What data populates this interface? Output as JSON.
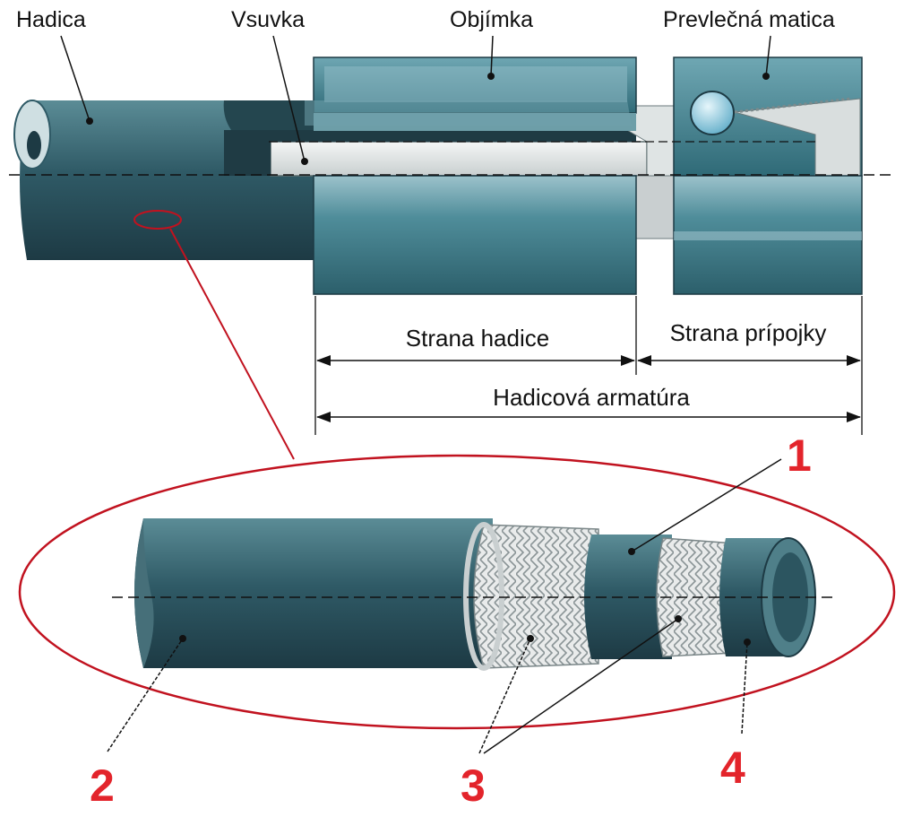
{
  "labels": {
    "hose": "Hadica",
    "nipple": "Vsuvka",
    "sleeve": "Objímka",
    "nut": "Prevlečná matica"
  },
  "dimensions": {
    "hose_side": "Strana hadice",
    "connection_side": "Strana prípojky",
    "assembly": "Hadicová armatúra"
  },
  "callouts": {
    "n1": "1",
    "n2": "2",
    "n3": "3",
    "n4": "4"
  },
  "colors": {
    "metal": "#3f7f8c",
    "hose": "#2f5a66",
    "callout": "#e3242b",
    "highlight": "#c1121f"
  }
}
